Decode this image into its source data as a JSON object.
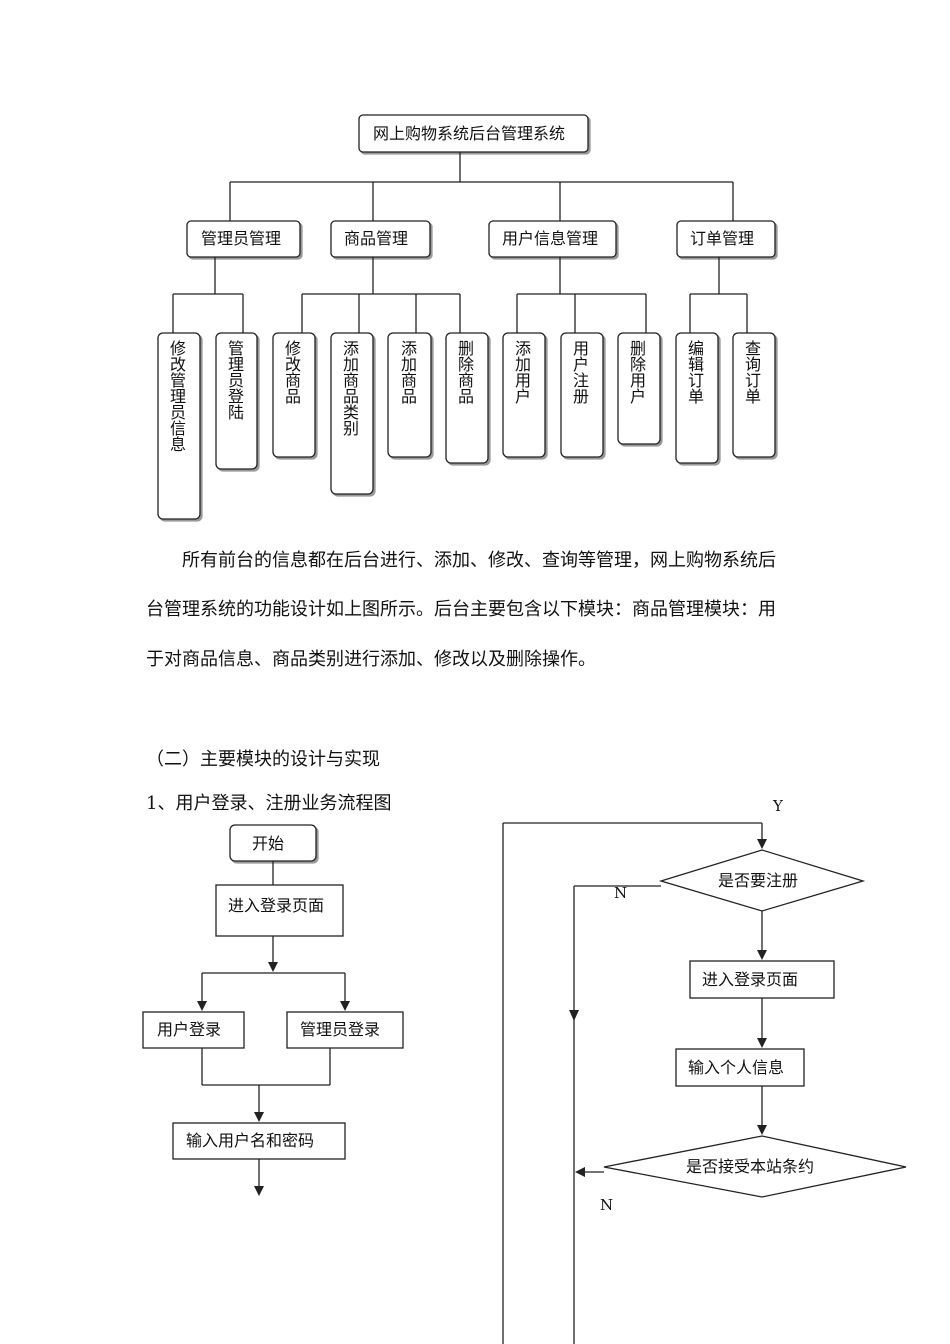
{
  "org_chart": {
    "root": "网上购物系统后台管理系统",
    "groups": [
      {
        "label": "管理员管理",
        "children": [
          "修改管理员信息",
          "管理员登陆"
        ]
      },
      {
        "label": "商品管理",
        "children": [
          "修改商品",
          "添加商品类别",
          "添加商品",
          "删除商品"
        ]
      },
      {
        "label": "用户信息管理",
        "children": [
          "添加用户",
          "用户注册",
          "删除用户"
        ]
      },
      {
        "label": "订单管理",
        "children": [
          "编辑订单",
          "查询订单"
        ]
      }
    ]
  },
  "paragraph": {
    "lines": [
      "所有前台的信息都在后台进行、添加、修改、查询等管理，网上购物系统后",
      "台管理系统的功能设计如上图所示。后台主要包含以下模块：商品管理模块：用",
      "于对商品信息、商品类别进行添加、修改以及删除操作。"
    ]
  },
  "section_heading": "（二）主要模块的设计与实现",
  "subheading": "1、用户登录、注册业务流程图",
  "left_flow": {
    "start": "开始",
    "enter_login": "进入登录页面",
    "user_login": "用户登录",
    "admin_login": "管理员登录",
    "input_credentials": "输入用户名和密码"
  },
  "right_flow": {
    "yes_label": "Y",
    "no_label_1": "N",
    "no_label_2": "N",
    "decision_register": "是否要注册",
    "enter_login": "进入登录页面",
    "input_info": "输入个人信息",
    "decision_terms": "是否接受本站条约"
  }
}
